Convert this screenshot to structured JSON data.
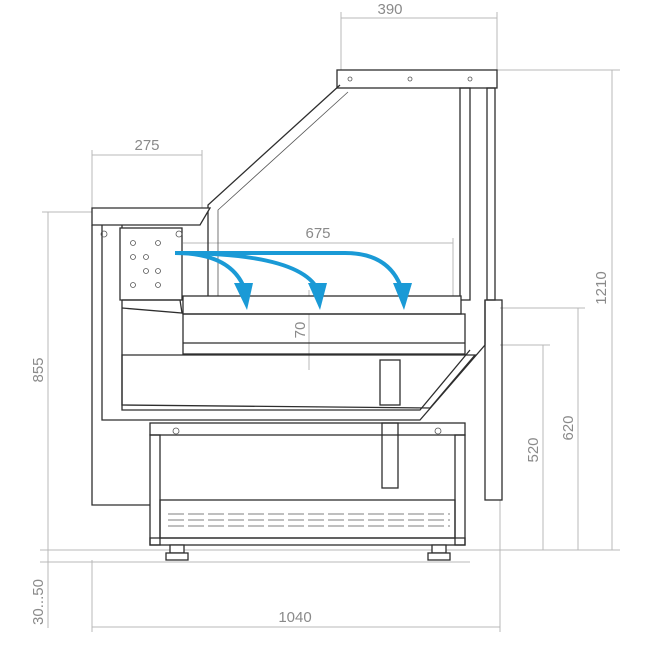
{
  "title": "Refrigerated display counter side section",
  "dimensions": {
    "canopy_depth": "390",
    "worktop_depth": "275",
    "shelf_depth": "675",
    "shelf_height": "70",
    "counter_height": "855",
    "total_height": "1210",
    "front_height": "620",
    "display_height": "520",
    "foot_adjust": "30...50",
    "total_depth": "1040"
  },
  "colors": {
    "airflow": "#1a9ad6",
    "lines": "#2e2e2e",
    "dimension": "#b8b8b8"
  }
}
